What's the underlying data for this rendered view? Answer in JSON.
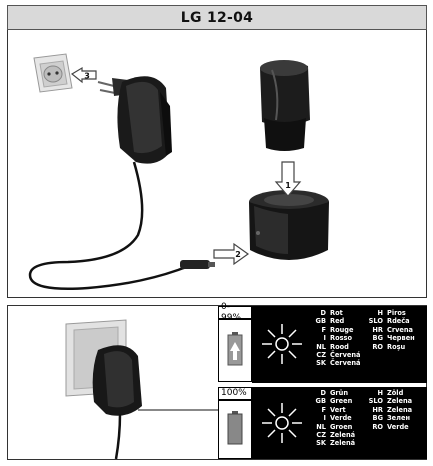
{
  "title": "LG 12-04",
  "steps": {
    "one": "1",
    "two": "2",
    "three": "3"
  },
  "charging": {
    "label": "0-99%",
    "colors": [
      {
        "code": "D",
        "word": "Rot"
      },
      {
        "code": "GB",
        "word": "Red"
      },
      {
        "code": "F",
        "word": "Rouge"
      },
      {
        "code": "I",
        "word": "Rosso"
      },
      {
        "code": "NL",
        "word": "Rood"
      },
      {
        "code": "CZ",
        "word": "Červená"
      },
      {
        "code": "SK",
        "word": "Červená"
      }
    ],
    "colors_right": [
      {
        "code": "H",
        "word": "Piros"
      },
      {
        "code": "SLO",
        "word": "Rdeča"
      },
      {
        "code": "HR",
        "word": "Crvena"
      },
      {
        "code": "BG",
        "word": "Червен"
      },
      {
        "code": "RO",
        "word": "Roşu"
      }
    ]
  },
  "charged": {
    "label": "100%",
    "colors": [
      {
        "code": "D",
        "word": "Grün"
      },
      {
        "code": "GB",
        "word": "Green"
      },
      {
        "code": "F",
        "word": "Vert"
      },
      {
        "code": "I",
        "word": "Verde"
      },
      {
        "code": "NL",
        "word": "Groen"
      },
      {
        "code": "CZ",
        "word": "Zelená"
      },
      {
        "code": "SK",
        "word": "Zelená"
      }
    ],
    "colors_right": [
      {
        "code": "H",
        "word": "Zöld"
      },
      {
        "code": "SLO",
        "word": "Zelena"
      },
      {
        "code": "HR",
        "word": "Zelena"
      },
      {
        "code": "BG",
        "word": "Зелен"
      },
      {
        "code": "RO",
        "word": "Verde"
      }
    ]
  }
}
